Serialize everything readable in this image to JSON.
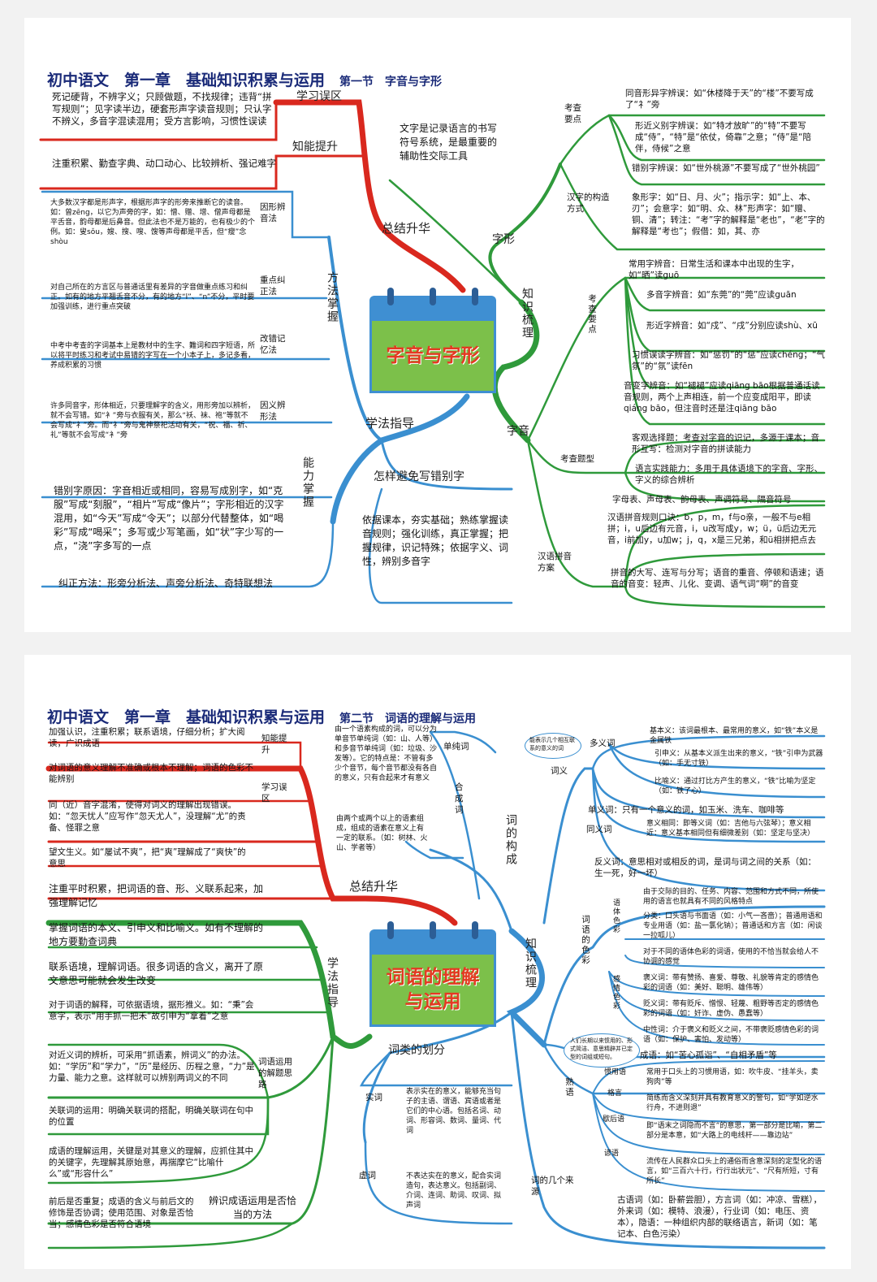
{
  "colors": {
    "red": "#d9281e",
    "blue": "#3a8fd0",
    "green": "#2f9a3b",
    "title": "#1a2a78"
  },
  "p1": {
    "title": "初中语文　第一章　基础知识积累与运用",
    "section": "第一节　字音与字形",
    "center": "字音与字形",
    "b_zongjie": "总结升华",
    "b_xuexiwuqu": "学习误区",
    "b_zhinengtisheng": "知能提升",
    "t_wuqu": "死记硬背，不辨字义；只顾做题，不找规律；违背“拼写规则”；见字读半边，硬套形声字读音规则；只认字不辨义，多音字混读混用；受方言影响，习惯性误读",
    "t_tisheng": "注重积累、勤查字典、动口动心、比较辨析、强记难字",
    "b_xuefa": "学法指导",
    "b_fangfa": "方法掌握",
    "b_nengli": "能力掌握",
    "m1": "因形辨音法",
    "t_m1": "大多数汉字都是形声字，根据形声字的形旁来推断它的读音。如：曾zēng，以它为声旁的字，如：憎、赠、增、僧声母都是平舌音，韵母都是后鼻音。但此法也不是万能的，也有极少的个例。如：叟sǒu，嫂、搜、嗖、馊等声母都是平舌，但“瘦”念shòu",
    "m2": "重点纠正法",
    "t_m2": "对自己所在的方言区与普通话里有差异的字音做重点练习和纠正。如有的地方平翘舌音不分，有的地方“l”、“n”不分，平时要加强训练，进行重点突破",
    "m3": "改错记忆法",
    "t_m3": "中考中考查的字词基本上是教材中的生字、難词和四字短语，所以将平时练习和考试中易错的字写在一个小本子上，多记多看，养成积累的习惯",
    "m4": "因义辨形法",
    "t_m4": "许多同音字，形体相近，只要理解字的含义，用形旁加以辨析，就不会写错。如“衤”旁与衣服有关，那么“袄、袜、袍”等就不会写成“礻”旁。而“礻”旁与鬼神祭祀活动有关，“祝、福、祈、礼”等就不会写成“衤”旁",
    "t_cuobie": "错别字原因：字音相近或相同，容易写成别字，如“克服”写成“刻服”，“相片”写成“像片”；字形相近的汉字混用，如“今天”写成“令天”；以部分代替整体，如“喝彩”写成“喝采”；多写或少写笔画，如“状”字少写的一点，“浇”字多写的一点",
    "t_jiuzheng": "纠正方法：形旁分析法、声旁分析法、奇特联想法",
    "b_zenyang": "怎样避免写错别字",
    "t_zenyang": "依据课本，夯实基础；熟练掌握读音规则；强化训练，真正掌握；把握规律，识记特殊；依据字义、词性，辨别多音字",
    "t_wenzi": "文字是记录语言的书写符号系统，是最重要的辅助性交际工具",
    "b_zhishi": "知识梳理",
    "b_zixing": "字形",
    "b_kaocha1": "考查要点",
    "k1": "同音形异字辨误：如“休楼降于天”的“楼”不要写成了“礻”旁",
    "k2": "形近义别字辨误：如“特才放旷”的“特”不要写成“侍”，“特”是“依仗，倚靠”之意；“侍”是“陪伴，侍候”之意",
    "k3": "错别字辨误：如“世外桃源”不要写成了“世外桃园”",
    "b_hanzi": "汉字的构造方式",
    "t_gouzao": "象形字：如“日、月、火”；指示字：如“上、本、刃”；会意字：如“明、众、林”形声字：如“赠、铜、清”；转注：“考”字的解释是“老也”，“老”字的解释是“考也”；假借：如，其、亦",
    "b_ziyin": "字音",
    "b_kaocha2": "考查要点",
    "y0": "常用字辨音：日常生活和课本中出现的生字，如“晒”读guō",
    "y1": "多音字辨音：如“东莞”的“莞”应读guān",
    "y2": "形近字辨音：如“戍”、“戌”分别应读shù、xū",
    "y3": "习惯误读字辨音：如“惩罚”的“惩”应读chéng；“气氛”的“氛”读fēn",
    "y4": "音变字辨音：如“褪褪”应读qiāng bāo根据普通话读音规则，两个上声相连，前一个应变成阳平，即读qiáng bāo，但注音时还是注qiāng bāo",
    "b_tixing": "考查题型",
    "tx1": "客观选择题：考查对字音的识记，多源于课本；音形互写：检测对字音的拼读能力",
    "tx2": "语言实践能力：多用于具体语境下的字音、字形、字义的综合辨析",
    "b_pinyin": "汉语拼音方案",
    "py1": "字母表、声母表、韵母表、声调符号、隔音符号",
    "py2": "汉语拼音规则口诀：b，p，m，f与o亲，一般不与e相拼；i，u后边有元音，i，u改写成y，w；ü，ü后边无元音，i前加y，u加w；j，q，x是三兄弟，和ü相拼把点去",
    "py3": "拼音的大写、连写与分写；语音的重音、停顿和语速；语音的音变：轻声、儿化、变调、语气词“啊”的音变"
  },
  "p2": {
    "title": "初中语文　第一章　基础知识积累与运用",
    "section": "第二节　词语的理解与运用",
    "center": "词语的理解与运用",
    "b_zongjie": "总结升华",
    "b_zhineng": "知能提升",
    "b_wuqu": "学习误区",
    "t_tisheng": "加强认识，注重积累；联系语境，仔细分析；扩大阅读，广识成语",
    "w1": "对词语的意义理解不准确或根本不理解；词语的色彩不能辨别",
    "w2": "同（近）音字混淆，使得对词义的理解出现错误。如：“忽天忧人”应写作“忽天尤人”，没理解“尤”的责备、怪罪之意",
    "w3": "望文生义。如“屡试不爽”，把“爽”理解成了“爽快”的意思",
    "t_jilei": "注重平时积累，把词语的音、形、义联系起来，加强理解记忆",
    "b_xuefa": "学法指导",
    "x1": "掌握词语的本义、引申义和比喻义。如有不理解的地方要勤查词典",
    "x2": "联系语境，理解词语。很多词语的含义，离开了原文意思可能就会发生改变",
    "x3": "对于词语的解释，可依据语境，据形推义。如：“秉”会意字，表示“用手抓一把禾”故引申为“拿着”之意",
    "b_jieti": "词语运用的解题思路",
    "x4": "对近义词的辨析，可采用“抓语素，辨词义”的办法。如：“学历”和“学力”，“历”是经历、历程之意，“力”是力量、能力之意。这样就可以辨别两词义的不同",
    "x5": "关联词的运用：明确关联词的搭配，明确关联词在句中的位置",
    "x6": "成语的理解运用，关键是对其意义的理解，应抓住其中的关键字，先理解其原始意，再揣摩它“比喻什么”或“形容什么”",
    "b_bianshi": "辨识成语运用是否恰当的方法",
    "x7": "前后是否重复；成语的含义与前后文的修饰是否协调；使用范围、对象是否恰当；感情色彩是否符合语境",
    "b_goucheng": "词的构成",
    "b_danchun": "单纯词",
    "t_danchun": "由一个语素构成的词，可以分为单音节单纯词（如：山、人等）和多音节单纯词（如：垃圾、沙发等）。它的特点是：不管有多少个音节，每个音节都没有各自的意义，只有合起来才有意义",
    "b_hecheng": "合成词",
    "t_hecheng": "由两个或两个以上的语素组成，组成的语素在意义上有一定的联系。（如：树林、火山、学者等）",
    "b_zhishi": "知识梳理",
    "b_ciyi": "词义",
    "bub1": "能表示几个相互联系的意义的词",
    "b_duoyi": "多义词",
    "d1": "基本义：该词最根本、最常用的意义，如“铁”本义是金属铁",
    "d2": "引申义：从基本义派生出来的意义，“铁”引申为武器（如：手无寸铁）",
    "d3": "比喻义：通过打比方产生的意义，“铁”比喻为坚定（如：铁了心）",
    "dan": "单义词：只有一个意义的词，如玉米、洗车、咖啡等",
    "b_tongyi": "同义词",
    "ty": "意义相同：即等义词（如：吉他与六弦琴）；意义相近：意义基本相同但有细微差别（如：坚定与坚决）",
    "fy": "反义词：意思相对或相反的词，是词与词之间的关系（如：生一死，好一坏）",
    "b_secai": "词语的色彩",
    "b_yuti": "语体色彩",
    "yt1": "由于交际的目的、任务、内容、范围和方式不同，所使用的语言也就具有不同的风格特点",
    "yt2": "分类：口头语与书面语（如：小气一吝啬）；普通用语和专业用语（如：盐一氯化钠）；普通话和方言（如：闲谈一拉呱儿）",
    "yt3": "对于不同的语体色彩的词语，使用的不恰当就会给人不协调的感觉",
    "b_ganqing": "感情色彩",
    "gq1": "褒义词：带有赞扬、喜爱、尊敬、礼貌等肯定的感情色彩的词语（如：美好、聪明、雄伟等）",
    "gq2": "贬义词：带有贬斥、憎恨、轻蔑、粗野等否定的感情色彩的词语（如：奸诈、虚伪、愚蠢等）",
    "gq3": "中性词：介于褒义和贬义之间，不带褒贬感情色彩的词语（如：保护、害怕、发动等）",
    "bub2": "人们长期以来惯用的、形式简洁、意思精辟并已定型的词组或短句。",
    "cy": "成语：如“苦心孤诣”、“自相矛盾”等",
    "b_shuyu": "熟语",
    "b_guanyong": "惯用语",
    "gy": "常用于口头上的习惯用语，如：吹牛皮、“挂羊头，卖狗肉”等",
    "b_geyan": "格言",
    "gy2": "简练而含义深刻并具有教育意义的警句，如“学如逆水行舟，不进则退”",
    "b_xiehou": "歇后语",
    "xh": "即“语末之词隐而不言”的意思，第一部分是比喻，第二部分是本意，如“大路上的电线杆——靠边站”",
    "b_yanyu": "谚语",
    "yy": "流传在人民群众口头上的通俗而含意深刻的定型化的语言，如“三百六十行，行行出状元”、“尺有所短，寸有所长”",
    "b_cilei": "词类的划分",
    "b_shici": "实词",
    "t_shici": "表示实在的意义，能够充当句子的主语、谓语、宾语或者是它们的中心语。包括名词、动词、形容词、数词、量词、代词",
    "b_xuci": "虚词",
    "t_xuci": "不表达实在的意义，配合实词造句，表达意义。包括副词、介词、连词、助词、叹词、拟声词",
    "b_laiyuan": "词的几个来源",
    "t_laiyuan": "古语词（如：卧薪尝胆），方言词（如：冲凉、雪糕），外来词（如：模特、浪漫），行业词（如：电压、资本），隐语：一种组织内部的联络语言，新词（如：笔记本、白色污染）"
  }
}
